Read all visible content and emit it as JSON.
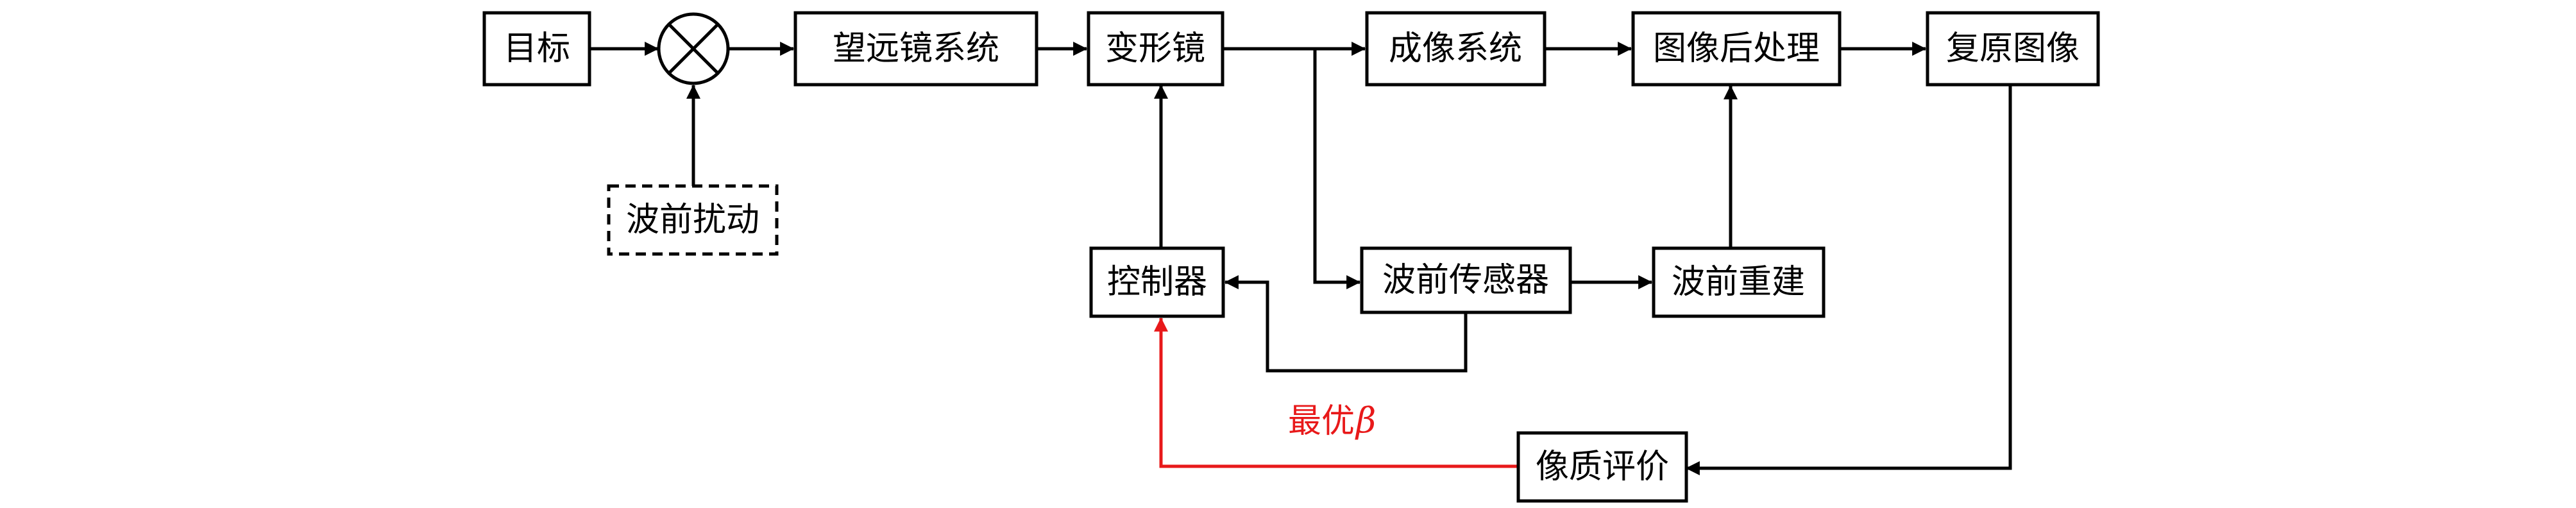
{
  "blocks": {
    "target": "目标",
    "wavefront_disturbance": "波前扰动",
    "telescope_system": "望远镜系统",
    "deformable_mirror": "变形镜",
    "imaging_system": "成像系统",
    "image_post_processing": "图像后处理",
    "restored_image": "复原图像",
    "controller": "控制器",
    "wavefront_sensor": "波前传感器",
    "wavefront_reconstruction": "波前重建",
    "image_quality_evaluation": "像质评价"
  },
  "feedback_label": {
    "text": "最优",
    "symbol": "β"
  },
  "colors": {
    "line": "#000000",
    "feedback": "#e8191a"
  }
}
